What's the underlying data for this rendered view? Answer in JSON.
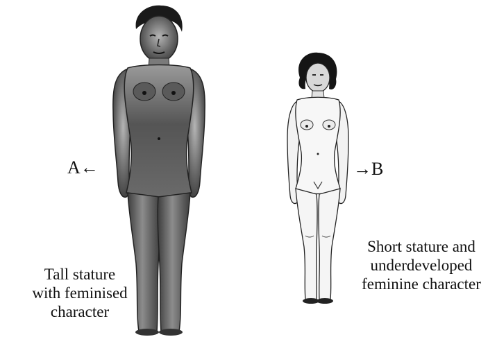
{
  "labels": {
    "a": "A←",
    "b": "→B"
  },
  "captions": {
    "a": "Tall stature\nwith feminised\ncharacter",
    "b": "Short stature and\nunderdeveloped\nfeminine character"
  }
}
